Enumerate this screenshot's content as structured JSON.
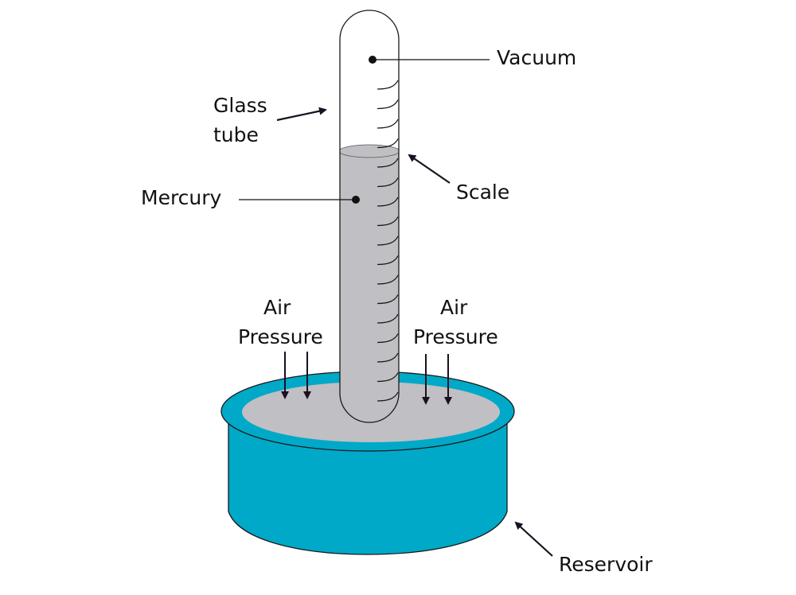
{
  "diagram": {
    "title": "Mercury barometer",
    "labels": {
      "vacuum": "Vacuum",
      "glass_tube_line1": "Glass",
      "glass_tube_line2": "tube",
      "mercury": "Mercury",
      "scale": "Scale",
      "air_pressure_left_line1": "Air",
      "air_pressure_left_line2": "Pressure",
      "air_pressure_right_line1": "Air",
      "air_pressure_right_line2": "Pressure",
      "reservoir": "Reservoir"
    },
    "colors": {
      "reservoir": "#00a9c8",
      "mercury": "#c0bfc3",
      "outline": "#1a1a1a",
      "text": "#111111"
    },
    "scale_ticks": 17
  }
}
